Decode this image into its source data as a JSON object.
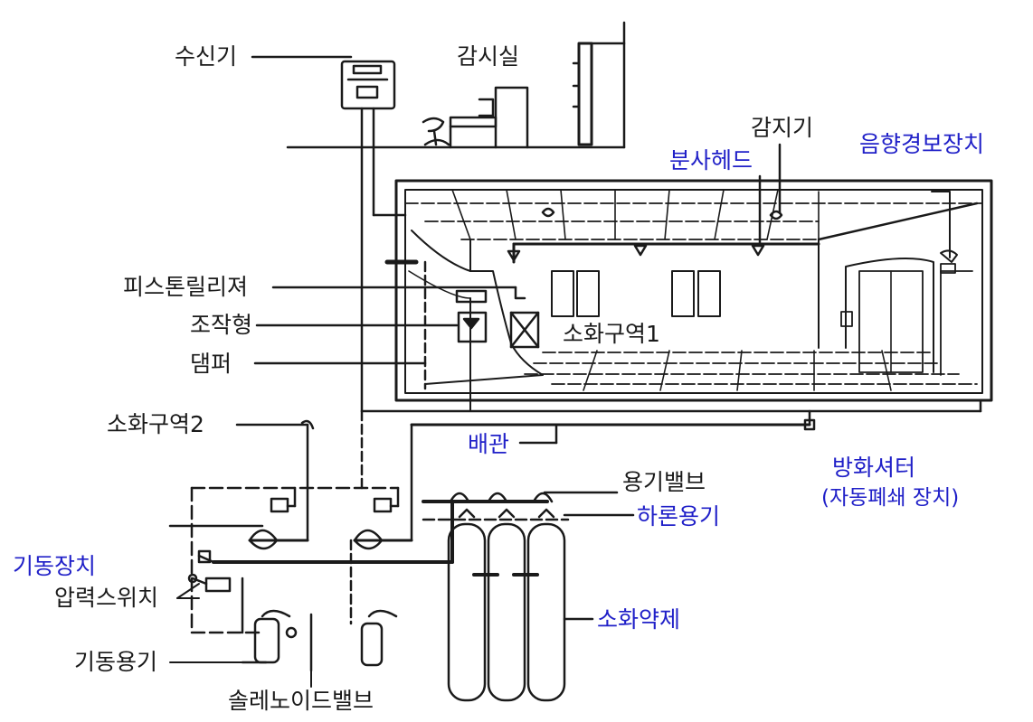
{
  "colors": {
    "ink": "#1a1a1a",
    "label_black": "#1a1a1a",
    "label_blue": "#2020c8"
  },
  "labels": {
    "receiver": "수신기",
    "control_room": "감시실",
    "detector": "감지기",
    "spray_head": "분사헤드",
    "acoustic_alarm": "음향경보장치",
    "piston_releaser": "피스톤릴리져",
    "manual_station": "조작형",
    "zone1": "소화구역1",
    "damper": "댐퍼",
    "zone2": "소화구역2",
    "piping": "배관",
    "fire_shutter": "방화셔터",
    "fire_shutter_note": "(자동폐쇄 장치)",
    "container_valve": "용기밸브",
    "halon_container": "하론용기",
    "actuator": "기동장치",
    "pressure_switch": "압력스위치",
    "agent": "소화약제",
    "start_container": "기동용기",
    "solenoid_valve": "솔레노이드밸브"
  }
}
